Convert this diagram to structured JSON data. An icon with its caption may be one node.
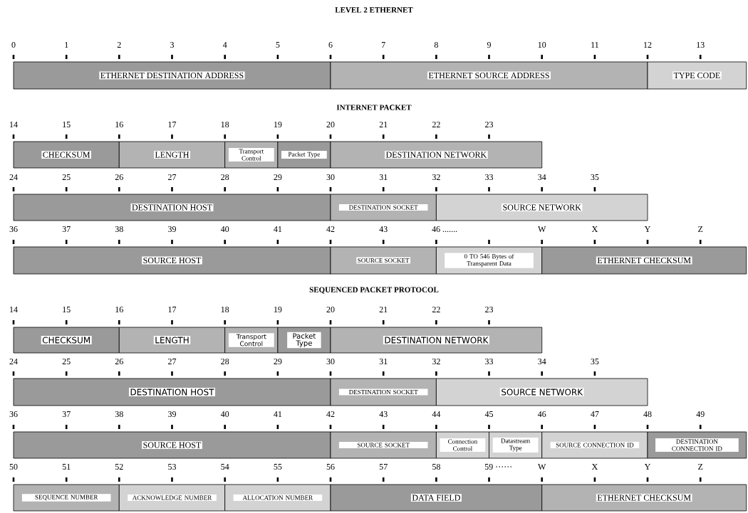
{
  "diagram": {
    "nodes": [
      {
        "text": [
          "ETHERNET DESTINATION ADDRESS"
        ]
      },
      {
        "text": [
          "ETHERNET SOURCE ADDRESS"
        ]
      },
      {
        "text": [
          "TYPE CODE"
        ]
      },
      {
        "text": [
          "CHECKSUM"
        ]
      },
      {
        "text": [
          "LENGTH"
        ]
      },
      {
        "text": [
          "Transport Control"
        ]
      },
      {
        "text": [
          "Packet Type"
        ]
      },
      {
        "text": [
          "DESTINATION NETWORK"
        ]
      },
      {
        "text": [
          "DESTINATION HOST"
        ]
      },
      {
        "text": [
          "DESTINATION SOCKET"
        ]
      },
      {
        "text": [
          "SOURCE NETWORK"
        ]
      },
      {
        "text": [
          "SOURCE HOST"
        ]
      },
      {
        "text": [
          "SOURCE SOCKET"
        ]
      },
      {
        "text": [
          "0 TO 546 Bytes of Transparent Data"
        ]
      },
      {
        "text": [
          "ETHERNET CHECKSUM"
        ]
      },
      {
        "text": [
          "CHECKSUM"
        ]
      },
      {
        "text": [
          "LENGTH"
        ]
      },
      {
        "text": [
          "Transport Control"
        ]
      },
      {
        "text": [
          "Packet Type"
        ]
      },
      {
        "text": [
          "DESTINATION NETWORK"
        ]
      },
      {
        "text": [
          "DESTINATION HOST"
        ]
      },
      {
        "text": [
          "DESTINATION SOCKET"
        ]
      },
      {
        "text": [
          "SOURCE NETWORK"
        ]
      },
      {
        "text": [
          "SOURCE HOST"
        ]
      },
      {
        "text": [
          "SOURCE SOCKET"
        ]
      },
      {
        "text": [
          "Connection Control"
        ]
      },
      {
        "text": [
          "Datastream Type"
        ]
      },
      {
        "text": [
          "SOURCE CONNECTION ID"
        ]
      },
      {
        "text": [
          "DESTINATION CONNECTION ID"
        ]
      },
      {
        "text": [
          "SEQUENCE NUMBER"
        ]
      },
      {
        "text": [
          "ACKNOWLEDGE NUMBER"
        ]
      },
      {
        "text": [
          "ALLOCATION NUMBER"
        ]
      },
      {
        "text": [
          "DATA FIELD"
        ]
      },
      {
        "text": [
          "ETHERNET CHECKSUM"
        ]
      }
    ],
    "labels": [
      "LEVEL 2 ETHERNET",
      "0",
      "1",
      "2",
      "3",
      "4",
      "5",
      "6",
      "7",
      "8",
      "9",
      "10",
      "11",
      "12",
      "13",
      "INTERNET PACKET",
      "14",
      "15",
      "16",
      "17",
      "18",
      "19",
      "20",
      "21",
      "22",
      "23",
      "24",
      "25",
      "26",
      "27",
      "28",
      "29",
      "30",
      "31",
      "32",
      "33",
      "34",
      "35",
      "36",
      "37",
      "38",
      "39",
      "40",
      "41",
      "42",
      "43",
      "46 .......",
      "W",
      "X",
      "Y",
      "Z",
      "SEQUENCED PACKET PROTOCOL",
      "14",
      "15",
      "16",
      "17",
      "18",
      "19",
      "20",
      "21",
      "22",
      "23",
      "24",
      "25",
      "26",
      "27",
      "28",
      "29",
      "30",
      "31",
      "32",
      "33",
      "34",
      "35",
      "36",
      "37",
      "38",
      "39",
      "40",
      "41",
      "42",
      "43",
      "44",
      "45",
      "46",
      "47",
      "48",
      "49",
      "50",
      "51",
      "52",
      "53",
      "54",
      "55",
      "56",
      "57",
      "58",
      "59 ······",
      "W",
      "X",
      "Y",
      "Z"
    ]
  }
}
